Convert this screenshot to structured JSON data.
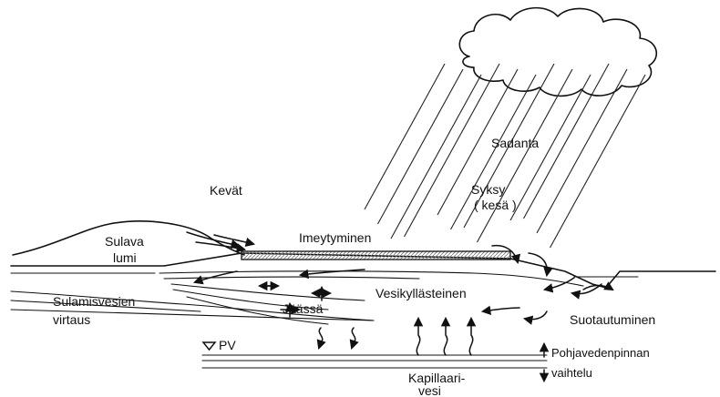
{
  "labels": {
    "sadanta": "Sadanta",
    "kevat": "Kevät",
    "syksy": "Syksy",
    "kesa": "( kesä )",
    "sulava": "Sulava",
    "lumi": "lumi",
    "imeytyminen": "Imeytyminen",
    "vesikyllasteinen": "Vesikyllästeinen",
    "sulamisvesien": "Sulamisvesien",
    "virtaus": "virtaus",
    "jaassa": "Jäässä",
    "suotautuminen": "Suotautuminen",
    "pv": "PV",
    "pohjavedenpinnan": "Pohjavedenpinnan",
    "vaihtelu": "vaihtelu",
    "kapillaari": "Kapillaari-",
    "vesi": "vesi"
  },
  "icons": {
    "cloud": "cloud-icon",
    "rain": "rain-lines",
    "pv_marker": "inverted-triangle-icon",
    "up_arrow": "arrow-up-icon",
    "down_arrow": "arrow-down-icon"
  }
}
